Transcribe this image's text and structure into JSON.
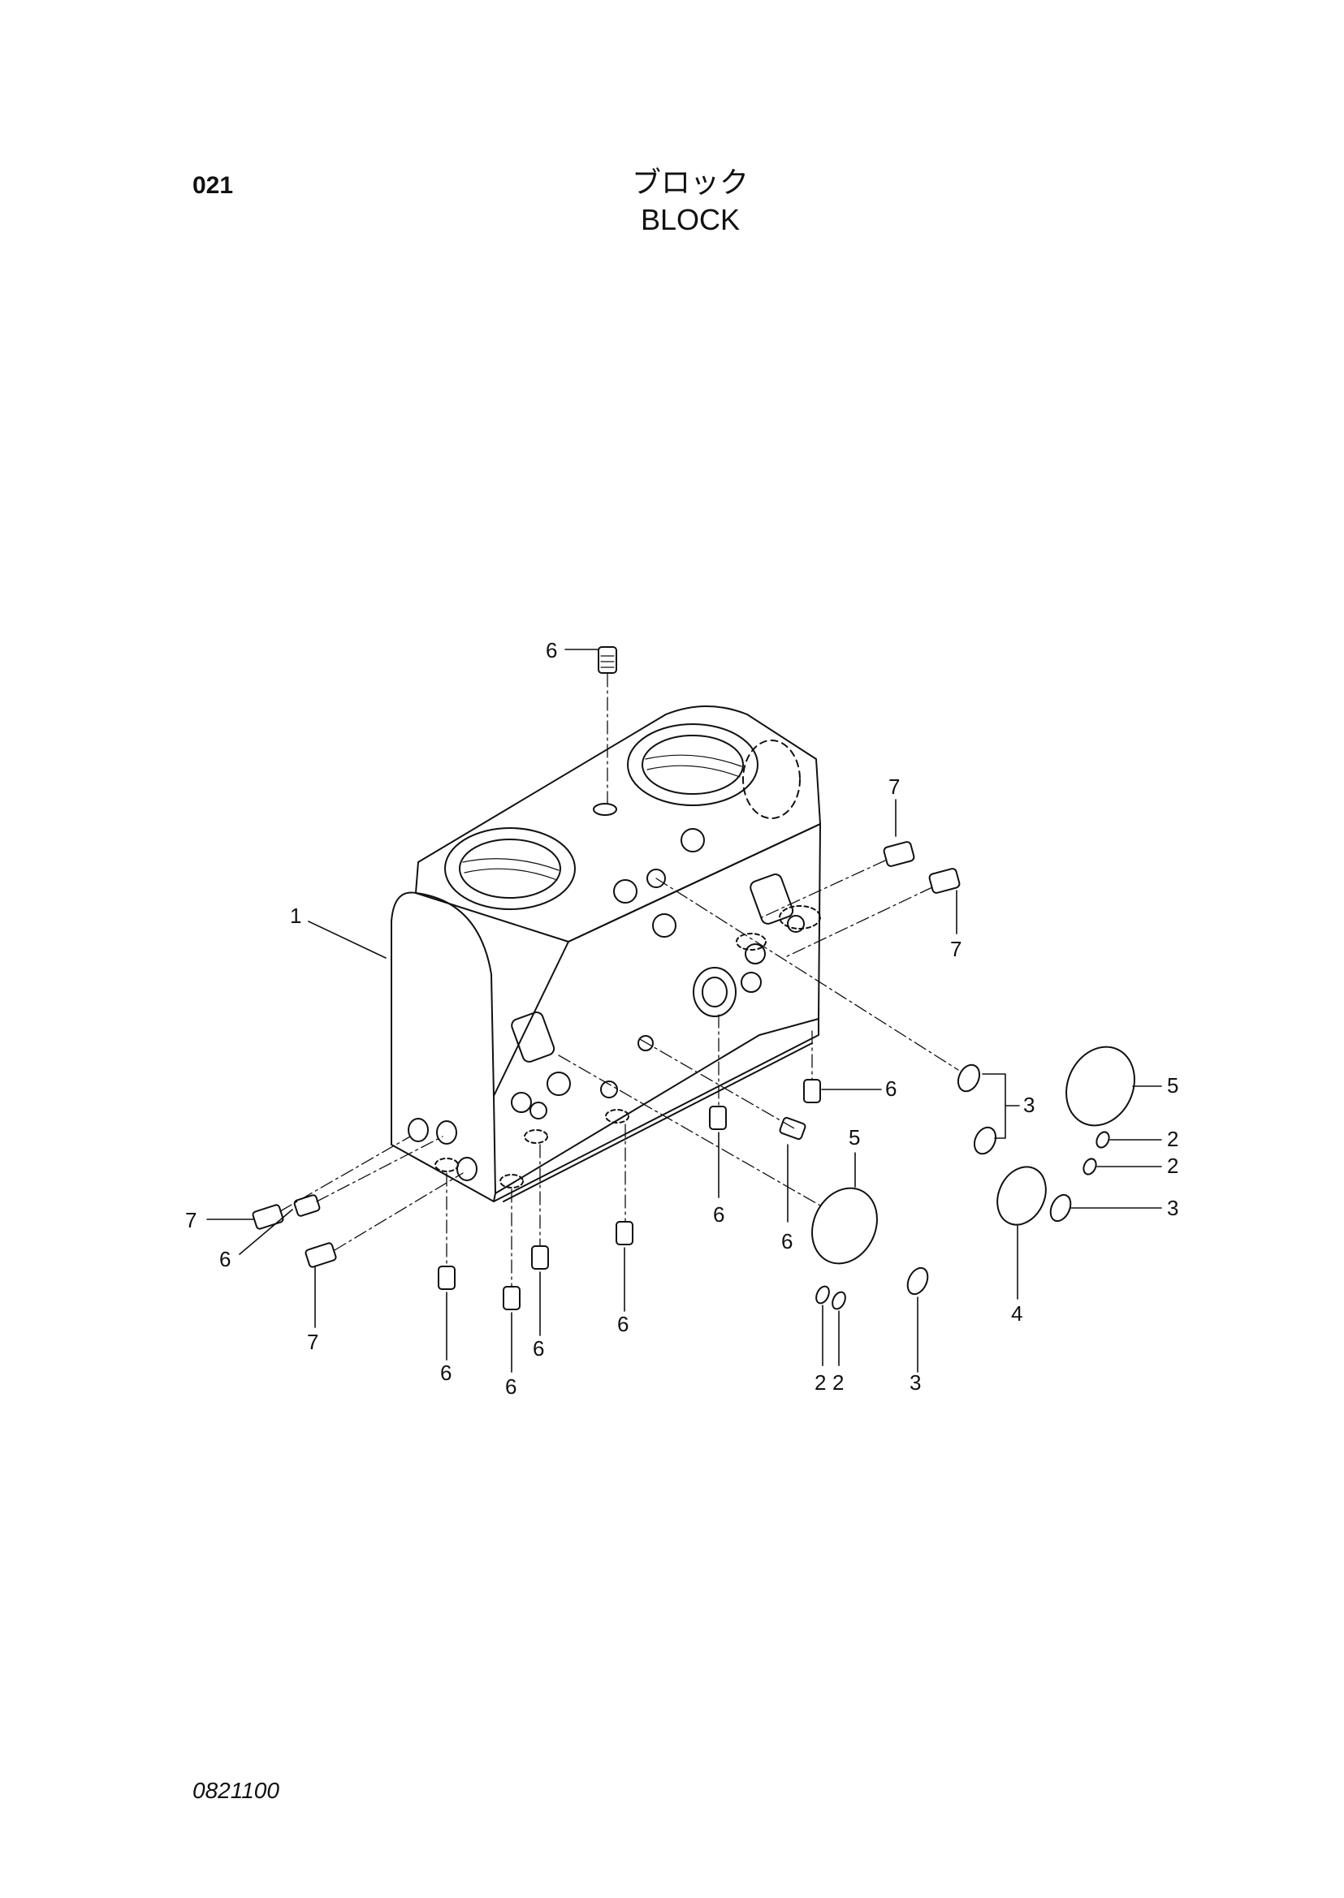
{
  "header": {
    "page_code": "021",
    "title_jp": "ブロック",
    "title_en": "BLOCK"
  },
  "footer": {
    "doc_number": "0821100"
  },
  "callouts": {
    "c6_top": "6",
    "c1": "1",
    "c7_ur1": "7",
    "c7_ur2": "7",
    "c6_right": "6",
    "c5_mid": "5",
    "c6_mid1": "6",
    "c6_mid2": "6",
    "c3_grp": "3",
    "c5_right": "5",
    "c2_a": "2",
    "c2_b": "2",
    "c3_right": "3",
    "c4": "4",
    "c2_c": "2",
    "c2_d": "2",
    "c3_bottom": "3",
    "c7_left": "7",
    "c6_left": "6",
    "c7_low": "7",
    "c6_b1": "6",
    "c6_b2": "6",
    "c6_b3": "6",
    "c6_b4": "6"
  }
}
